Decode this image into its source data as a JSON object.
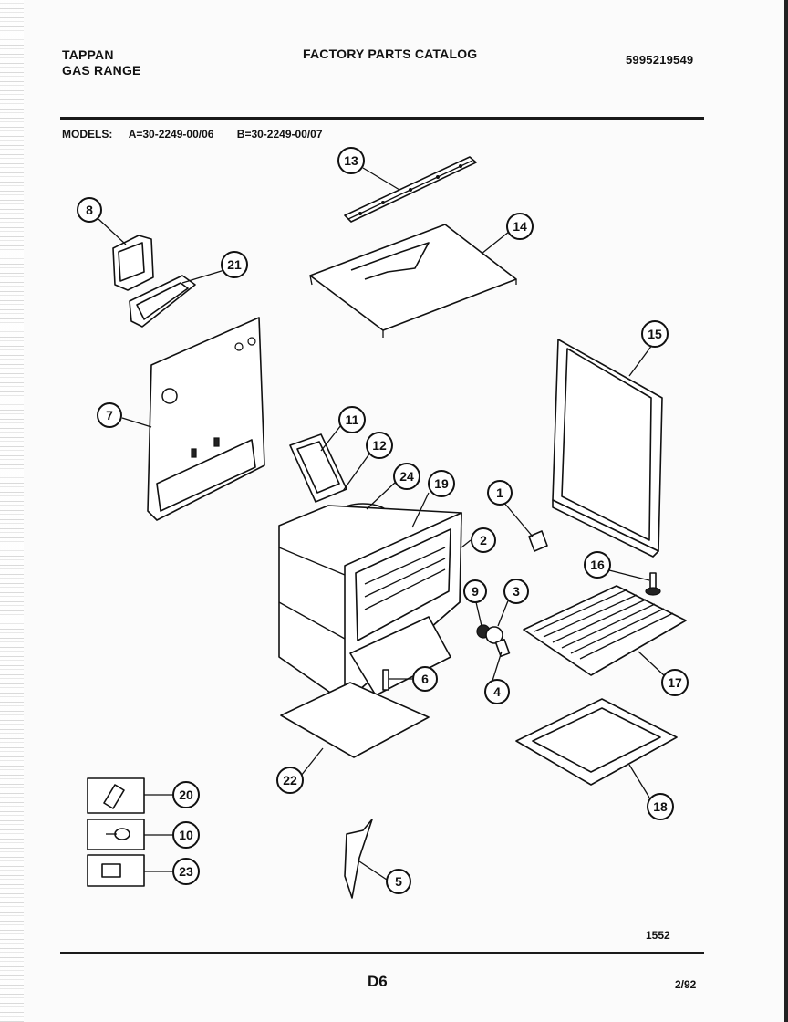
{
  "header": {
    "brand_line1": "TAPPAN",
    "brand_line2": "GAS RANGE",
    "catalog_title": "FACTORY PARTS CATALOG",
    "part_number": "5995219549"
  },
  "models": {
    "label": "MODELS:",
    "model_a": "A=30-2249-00/06",
    "model_b": "B=30-2249-00/07"
  },
  "callouts": {
    "c1": "1",
    "c2": "2",
    "c3": "3",
    "c4": "4",
    "c5": "5",
    "c6": "6",
    "c7": "7",
    "c8": "8",
    "c9": "9",
    "c10": "10",
    "c11": "11",
    "c12": "12",
    "c13": "13",
    "c14": "14",
    "c15": "15",
    "c16": "16",
    "c17": "17",
    "c18": "18",
    "c19": "19",
    "c20": "20",
    "c21": "21",
    "c22": "22",
    "c23": "23",
    "c24": "24"
  },
  "footer": {
    "figure_id": "1552",
    "page": "D6",
    "date": "2/92"
  }
}
